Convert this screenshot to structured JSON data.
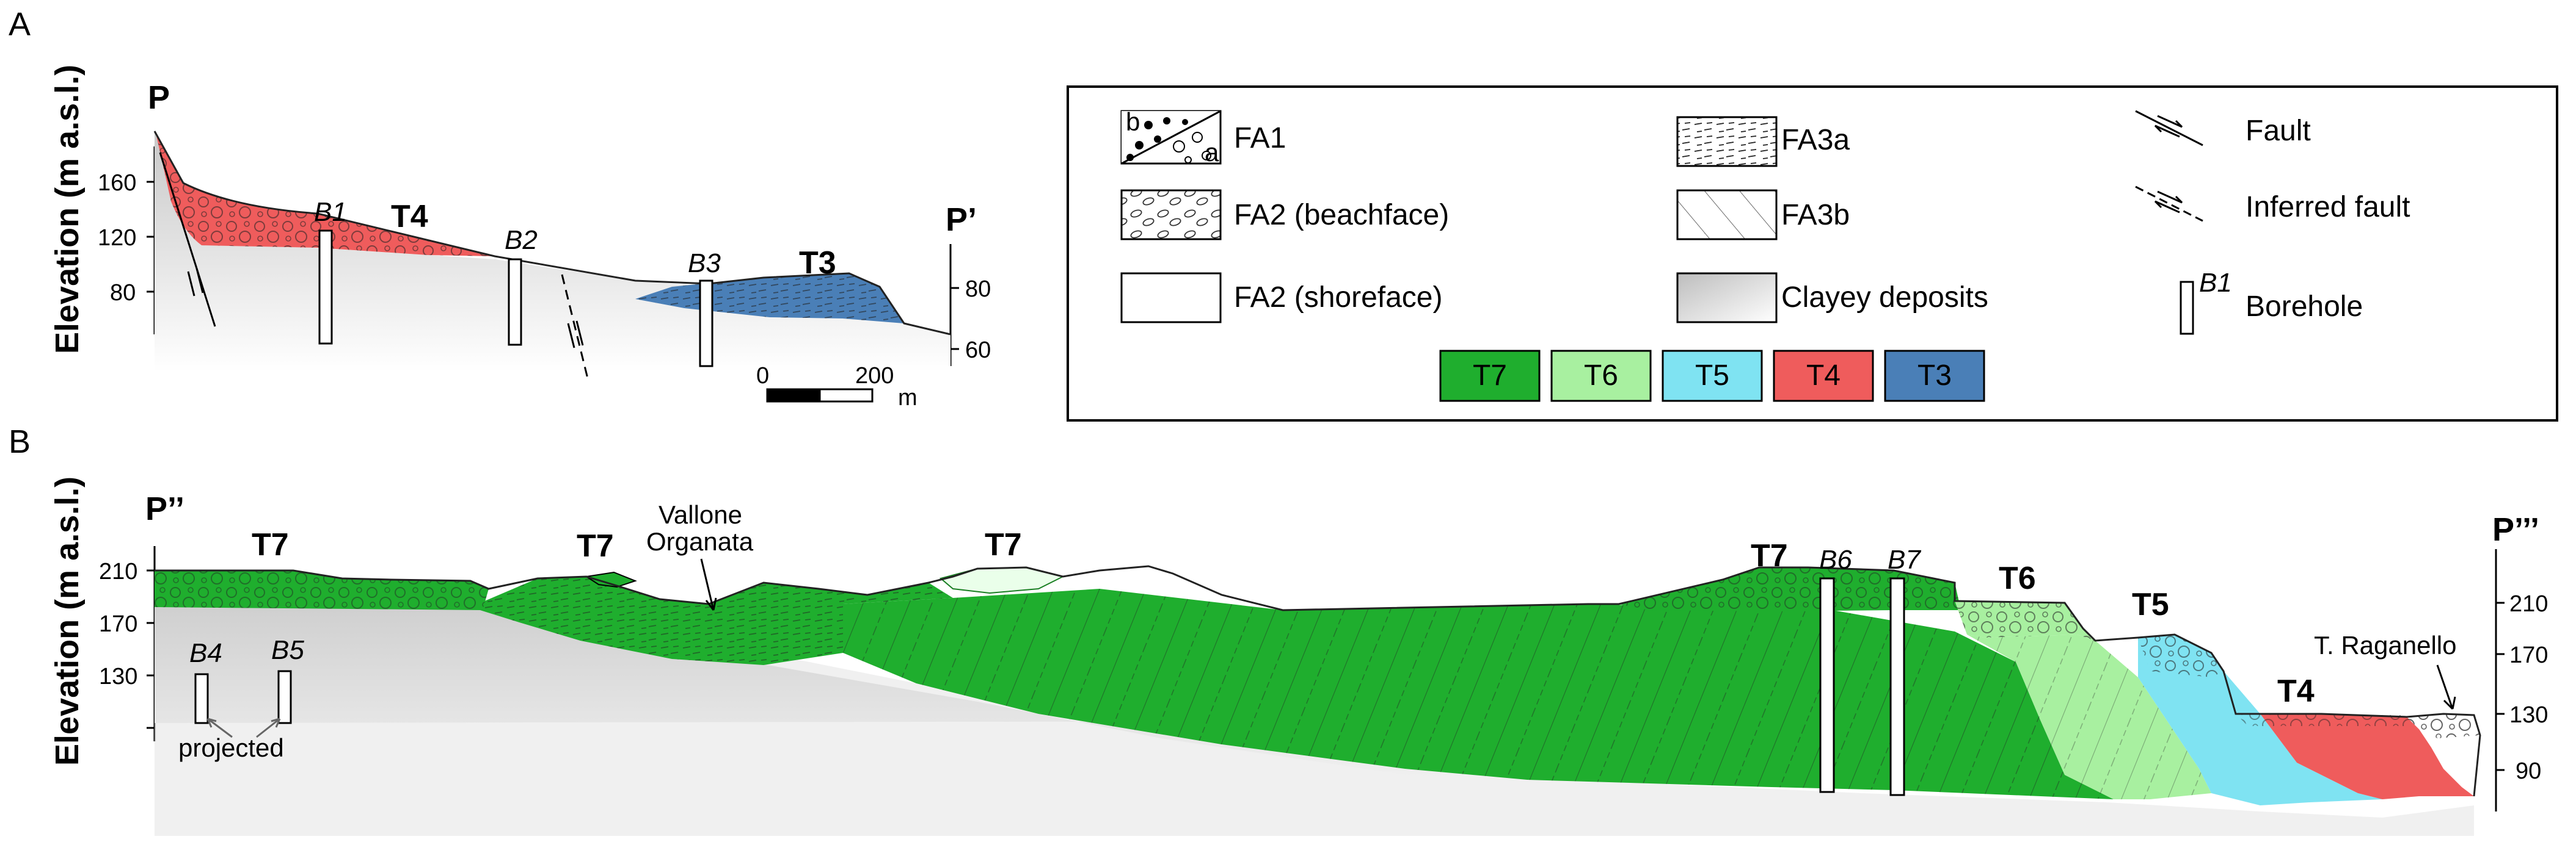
{
  "panels": {
    "a": {
      "letter": "A",
      "endpoints": [
        "P",
        "P’"
      ],
      "ylabel": "Elevation (m a.s.l.)",
      "left_ticks": [
        "160",
        "120",
        "80"
      ],
      "right_ticks": [
        "80",
        "60"
      ],
      "terraces": [
        "T4",
        "T3"
      ],
      "boreholes": [
        "B1",
        "B2",
        "B3"
      ],
      "scale": {
        "start": "0",
        "end": "200",
        "unit": "m"
      }
    },
    "b": {
      "letter": "B",
      "endpoints": [
        "P’’",
        "P’’’"
      ],
      "ylabel": "Elevation (m a.s.l.)",
      "left_ticks": [
        "210",
        "170",
        "130"
      ],
      "right_ticks": [
        "210",
        "170",
        "130",
        "90"
      ],
      "terraces": [
        "T7",
        "T7",
        "T7",
        "T7",
        "T6",
        "T5",
        "T4"
      ],
      "boreholes": [
        "B4",
        "B5",
        "B6",
        "B7"
      ],
      "annotations": {
        "vallone_line1": "Vallone",
        "vallone_line2": "Organata",
        "raganello": "T. Raganello",
        "projected": "projected"
      }
    }
  },
  "legend": {
    "fa1_b": "b",
    "fa1_a": "a",
    "fa1": "FA1",
    "fa2_beachface": "FA2 (beachface)",
    "fa2_shoreface": "FA2 (shoreface)",
    "fa3a": "FA3a",
    "fa3b": "FA3b",
    "clayey": "Clayey deposits",
    "fault": "Fault",
    "inferred_fault": "Inferred fault",
    "borehole": "Borehole",
    "borehole_symbol_label": "B1",
    "terraces": [
      {
        "label": "T7",
        "color": "#1fae2e"
      },
      {
        "label": "T6",
        "color": "#a8f0a0"
      },
      {
        "label": "T5",
        "color": "#7fe3f2"
      },
      {
        "label": "T4",
        "color": "#ef5c5c"
      },
      {
        "label": "T3",
        "color": "#4a7fb7"
      }
    ]
  },
  "colors": {
    "t7": "#1fae2e",
    "t6": "#a8f0a0",
    "t5": "#7fe3f2",
    "t4": "#ef5c5c",
    "t3": "#4a7fb7",
    "clay": "#d9d9d9"
  }
}
